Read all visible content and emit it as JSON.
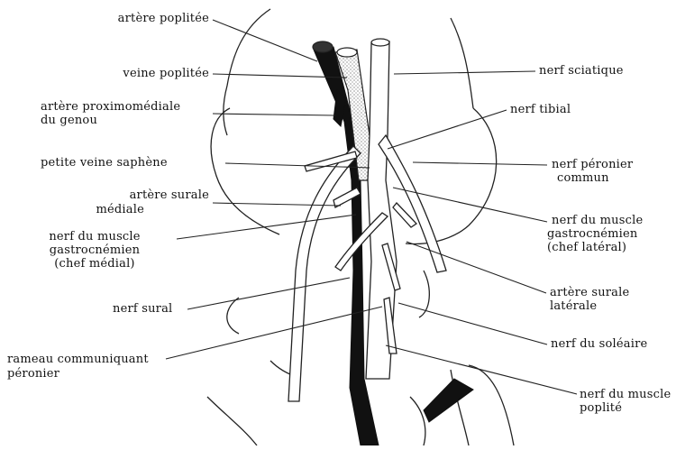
{
  "labels": {
    "artere_poplitee": "artère poplitée",
    "veine_poplitee": "veine poplitée",
    "artere_proximomediale_l1": "artère proximomédiale",
    "artere_proximomediale_l2": "du genou",
    "petite_veine_saphene": "petite veine saphène",
    "artere_surale_mediale_l1": "artère surale",
    "artere_surale_mediale_l2": "médiale",
    "nerf_gastro_medial_l1": "nerf du muscle",
    "nerf_gastro_medial_l2": "gastrocnémien",
    "nerf_gastro_medial_l3": "(chef médial)",
    "nerf_sural": "nerf sural",
    "rameau_l1": "rameau communiquant",
    "rameau_l2": "péronier",
    "nerf_sciatique": "nerf sciatique",
    "nerf_tibial": "nerf tibial",
    "nerf_peronier_l1": "nerf péronier",
    "nerf_peronier_l2": "commun",
    "nerf_gastro_lateral_l1": "nerf du muscle",
    "nerf_gastro_lateral_l2": "gastrocnémien",
    "nerf_gastro_lateral_l3": "(chef latéral)",
    "artere_surale_laterale_l1": "artère surale",
    "artere_surale_laterale_l2": "latérale",
    "nerf_soleaire": "nerf du soléaire",
    "nerf_muscle_poplite_l1": "nerf du muscle",
    "nerf_muscle_poplite_l2": "poplité"
  }
}
